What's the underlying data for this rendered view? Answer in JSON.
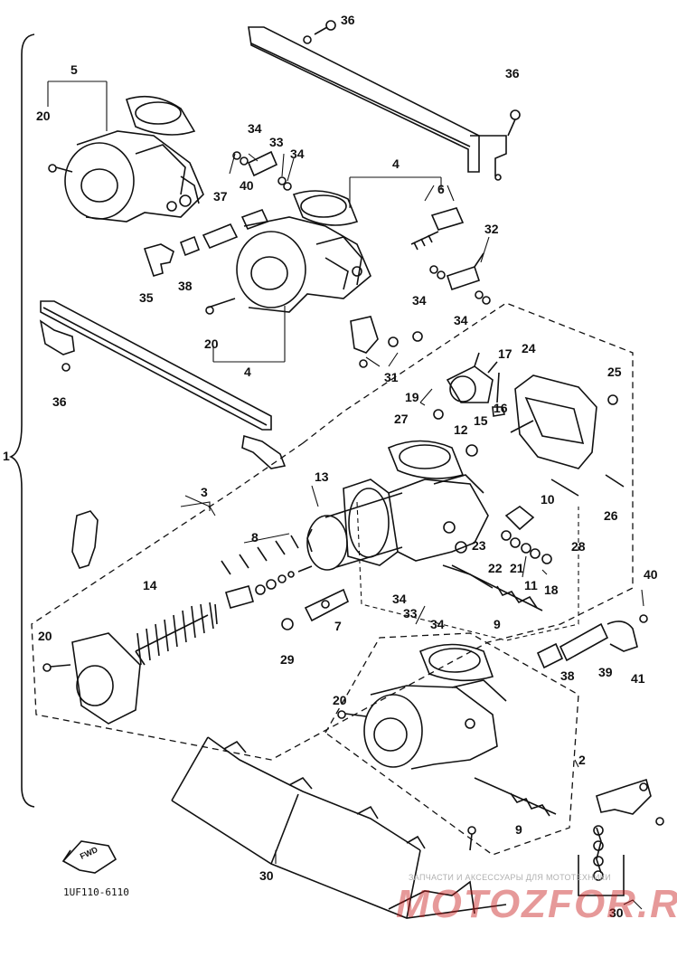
{
  "diagram": {
    "catalog_code": "1UF110-6110",
    "fwd_label": "FWD",
    "colors": {
      "ink": "#111111",
      "watermark_red": "#c81e1e",
      "watermark_grey": "#b0b0b0"
    },
    "callouts": {
      "n1": "1",
      "n2": "2",
      "n3": "3",
      "n4_top": "4",
      "n4_bottom": "4",
      "n5": "5",
      "n6": "6",
      "n7": "7",
      "n8": "8",
      "n9_a": "9",
      "n9_b": "9",
      "n10": "10",
      "n11": "11",
      "n12": "12",
      "n13": "13",
      "n14": "14",
      "n15": "15",
      "n16": "16",
      "n17": "17",
      "n18": "18",
      "n19": "19",
      "n20_a": "20",
      "n20_b": "20",
      "n20_c": "20",
      "n20_d": "20",
      "n21": "21",
      "n22": "22",
      "n23": "23",
      "n24": "24",
      "n25": "25",
      "n26": "26",
      "n27": "27",
      "n28": "28",
      "n29": "29",
      "n30_a": "30",
      "n30_b": "30",
      "n31": "31",
      "n32": "32",
      "n33_a": "33",
      "n33_b": "33",
      "n34_a": "34",
      "n34_b": "34",
      "n34_c": "34",
      "n34_d": "34",
      "n34_e": "34",
      "n34_f": "34",
      "n35": "35",
      "n36_a": "36",
      "n36_b": "36",
      "n36_c": "36",
      "n37": "37",
      "n38_a": "38",
      "n38_b": "38",
      "n39": "39",
      "n40_a": "40",
      "n40_b": "40",
      "n41": "41"
    }
  },
  "watermark": {
    "small_text": "ЗАПЧАСТИ И АКСЕССУАРЫ ДЛЯ МОТОТЕХНИКИ",
    "big_text": "MOTOZFOR.RU"
  }
}
